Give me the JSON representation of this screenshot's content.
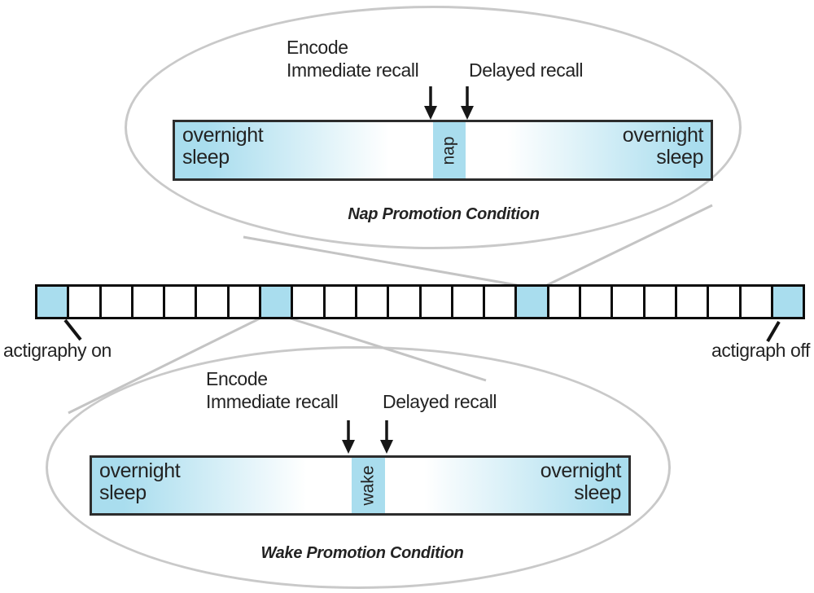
{
  "colors": {
    "highlight_blue": "#a9ddee",
    "box_border": "#0c0c0c",
    "ellipse_stroke": "#c9c9c9",
    "connector_gray": "#c4c4c4",
    "text_dark": "#232323"
  },
  "timeline": {
    "num_boxes": 24,
    "blue_boxes": [
      1,
      8,
      16,
      24
    ],
    "actigraphy_on_label": "actigraphy on",
    "actigraph_off_label": "actigraph off"
  },
  "nap_condition": {
    "encode_line1": "Encode",
    "encode_line2": "Immediate recall",
    "delayed_label": "Delayed recall",
    "left_bar_line1": "overnight",
    "left_bar_line2": "sleep",
    "right_bar_line1": "overnight",
    "right_bar_line2": "sleep",
    "segment_label": "nap",
    "caption": "Nap Promotion Condition"
  },
  "wake_condition": {
    "encode_line1": "Encode",
    "encode_line2": "Immediate recall",
    "delayed_label": "Delayed recall",
    "left_bar_line1": "overnight",
    "left_bar_line2": "sleep",
    "right_bar_line1": "overnight",
    "right_bar_line2": "sleep",
    "segment_label": "wake",
    "caption": "Wake Promotion Condition"
  }
}
